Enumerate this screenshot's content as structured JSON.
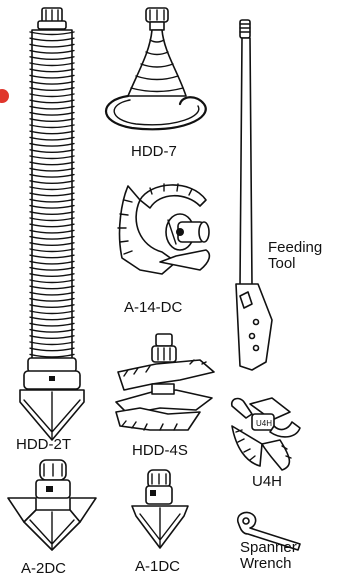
{
  "colors": {
    "ink": "#111111",
    "background": "#ffffff",
    "marker": "#e0362c"
  },
  "labels": {
    "hdd7": "HDD-7",
    "feeding_tool_line1": "Feeding",
    "feeding_tool_line2": "Tool",
    "a14dc": "A-14-DC",
    "hdd2t": "HDD-2T",
    "hdd4s": "HDD-4S",
    "u4h": "U4H",
    "a2dc": "A-2DC",
    "a1dc": "A-1DC",
    "spanner_line1": "Spanner",
    "spanner_line2": "Wrench"
  },
  "icons": [
    "spring-cable-icon",
    "hdd7-funnel-icon",
    "feeding-tool-icon",
    "a14dc-cutter-icon",
    "hdd4s-blade-icon",
    "u4h-cutter-icon",
    "a2dc-cutter-icon",
    "a1dc-cutter-icon",
    "spanner-wrench-icon"
  ]
}
